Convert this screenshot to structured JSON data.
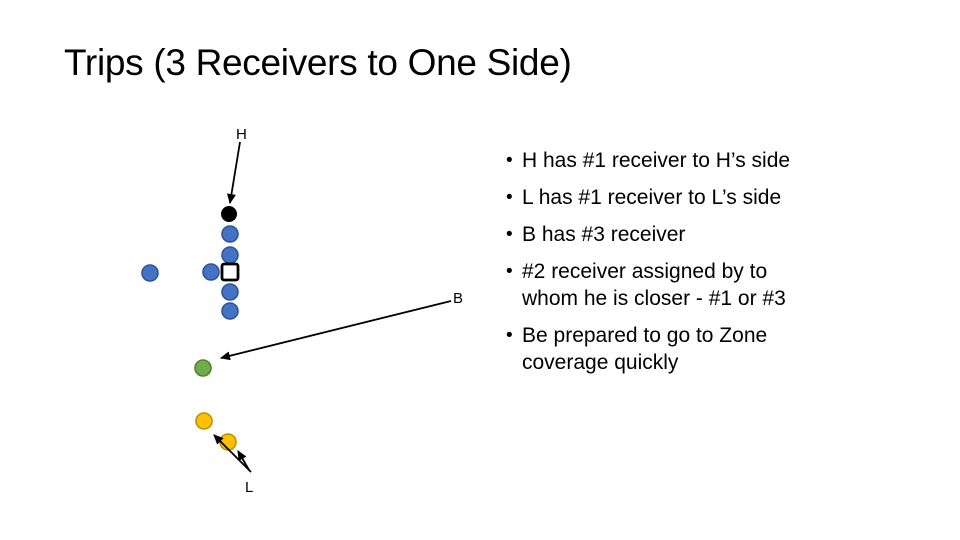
{
  "slide": {
    "title": "Trips (3 Receivers to One Side)",
    "background": "#FFFFFF"
  },
  "diagram": {
    "labels": {
      "h": "H",
      "b": "B",
      "l": "L"
    },
    "colors": {
      "arrow": "#000000",
      "blue_fill": "#4472C4",
      "blue_stroke": "#2F5597",
      "green_fill": "#70AD47",
      "green_stroke": "#548235",
      "yellow_fill": "#FFC000",
      "yellow_stroke": "#BF9000",
      "black_dot_fill": "#000000",
      "square_fill": "#FFFFFF",
      "square_stroke": "#000000"
    }
  },
  "bullets": {
    "marker": "•",
    "items": [
      {
        "lines": [
          "H has #1 receiver to H’s side"
        ]
      },
      {
        "lines": [
          "L has #1 receiver to L’s side"
        ]
      },
      {
        "lines": [
          "B has #3 receiver"
        ]
      },
      {
        "lines": [
          "#2 receiver assigned by to",
          "whom he is closer - #1 or #3"
        ]
      },
      {
        "lines": [
          "Be prepared to go to Zone",
          "coverage quickly"
        ]
      }
    ]
  }
}
